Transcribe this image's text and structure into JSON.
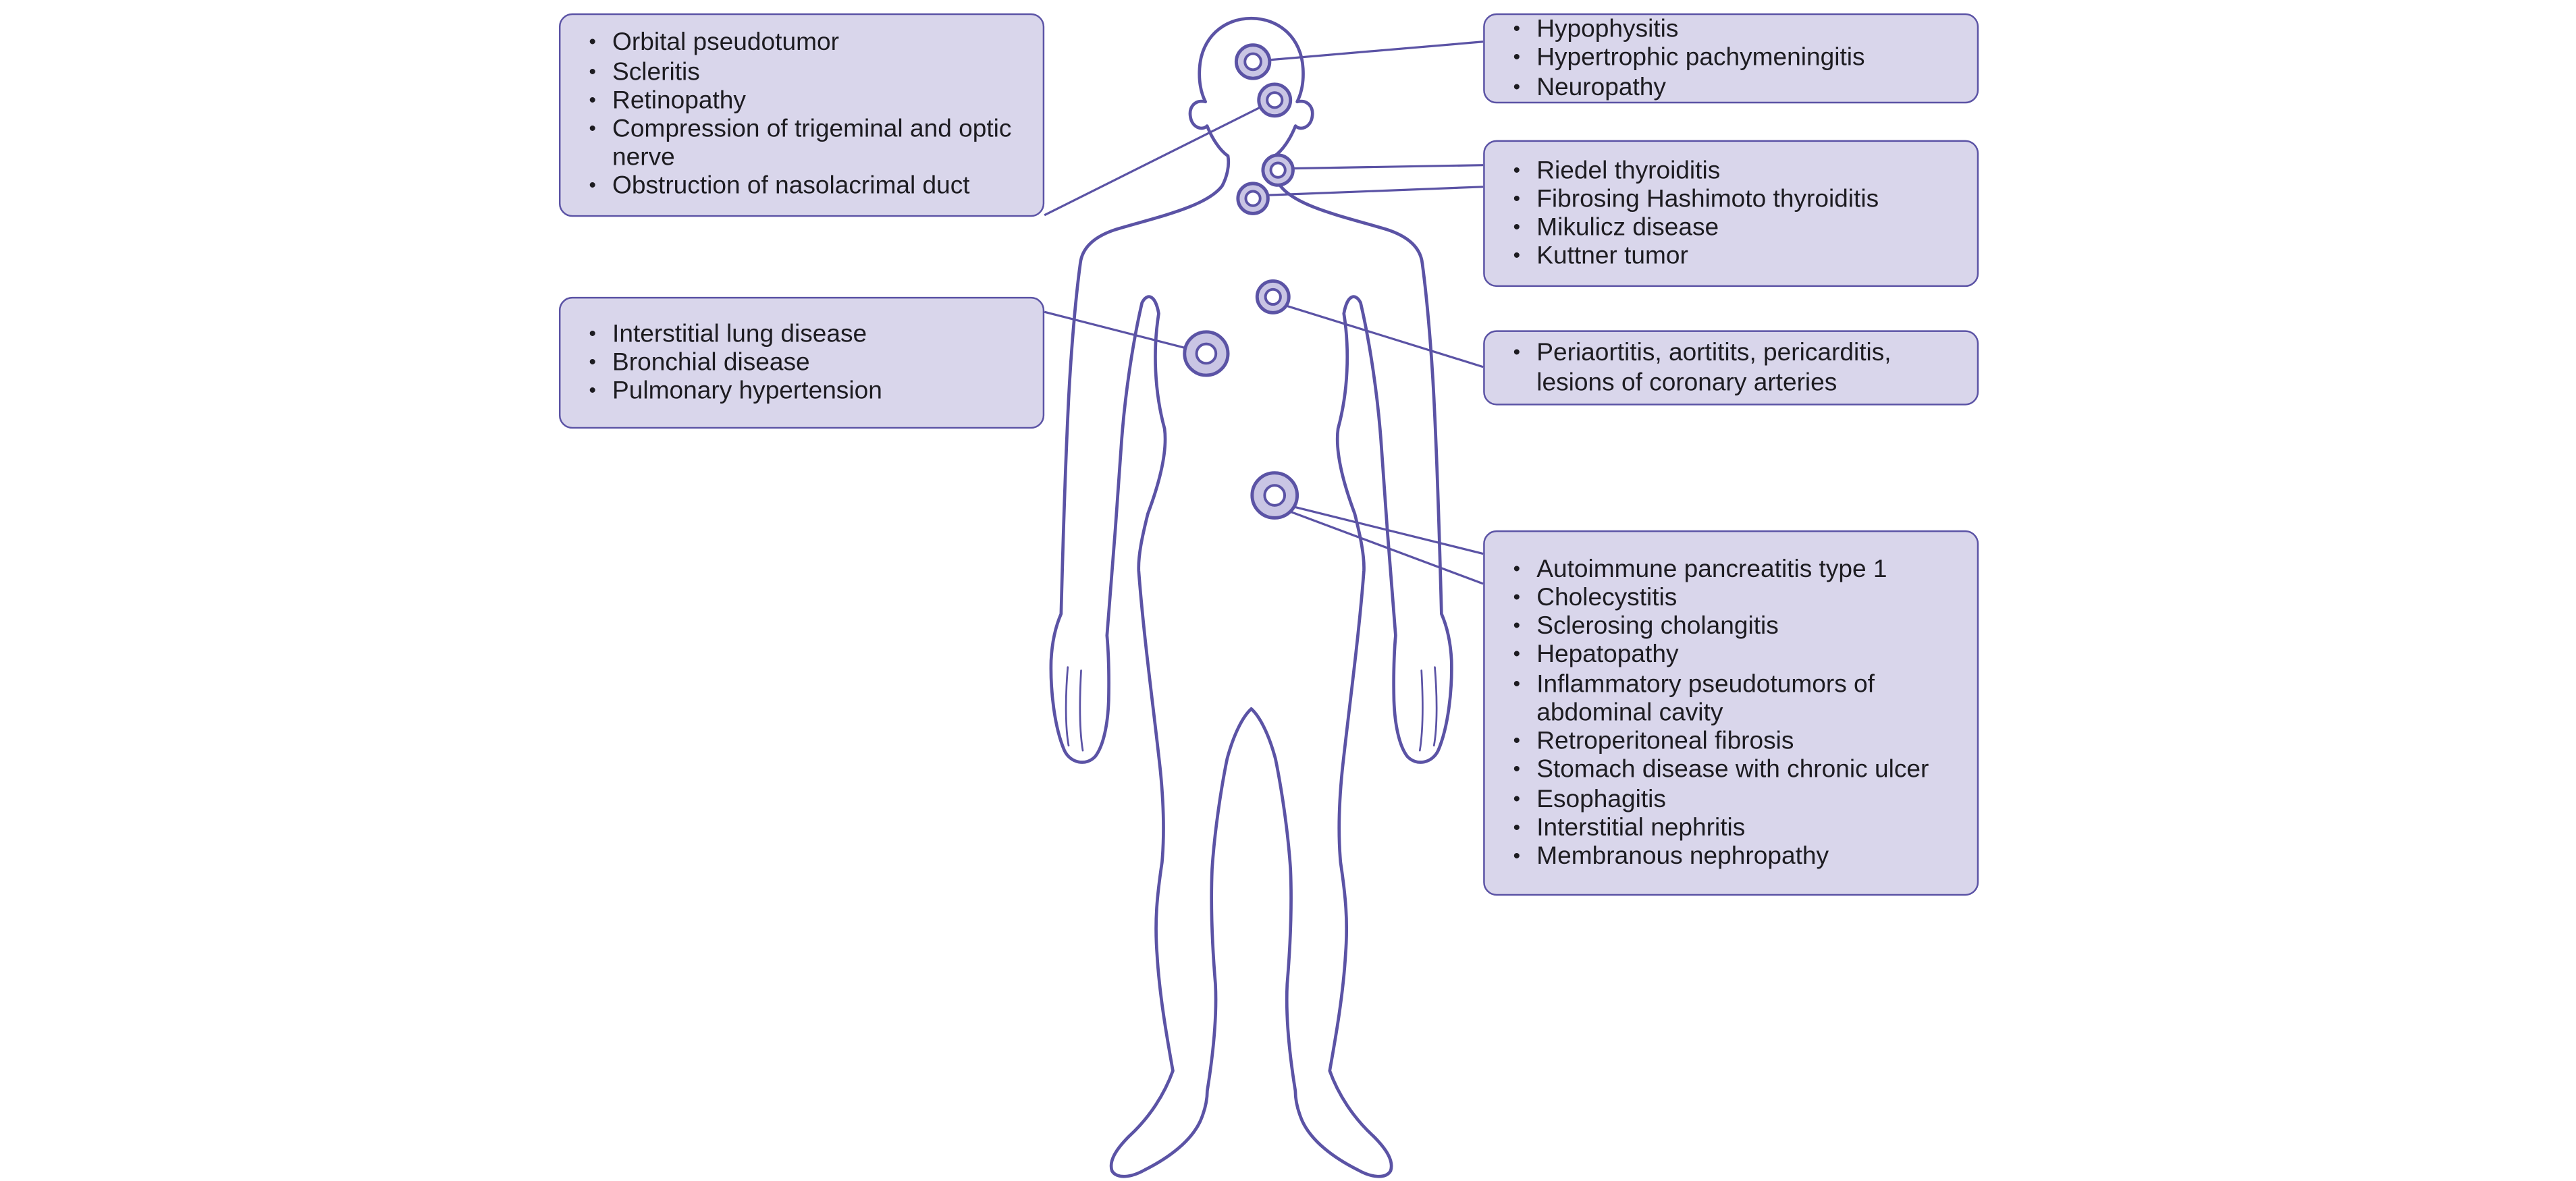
{
  "colors": {
    "background": "#ffffff",
    "outline": "#5b53a5",
    "box_background": "#d9d6eb",
    "box_border": "#5b53a5",
    "marker_ring_fill": "#c9c5e4",
    "marker_center_fill": "#ffffff",
    "text": "#1d1c21"
  },
  "figure": {
    "description": "Front-view outline drawing of a human body with organ site markers",
    "markers": [
      "pituitary",
      "eye-orbit",
      "salivary-gland",
      "thyroid",
      "heart-aorta",
      "lung",
      "pancreas-abdomen"
    ]
  },
  "boxes": {
    "ocular": {
      "items": [
        "Orbital pseudotumor",
        "Scleritis",
        "Retinopathy",
        "Compression of trigeminal and optic nerve",
        "Obstruction of nasolacrimal duct"
      ]
    },
    "pulmonary": {
      "items": [
        "Interstitial lung disease",
        "Bronchial disease",
        "Pulmonary hypertension"
      ]
    },
    "neuro": {
      "items": [
        "Hypophysitis",
        "Hypertrophic pachymeningitis",
        "Neuropathy"
      ]
    },
    "thyroid_salivary": {
      "items": [
        "Riedel thyroiditis",
        "Fibrosing Hashimoto thyroiditis",
        "Mikulicz disease",
        "Kuttner tumor"
      ]
    },
    "cardiovascular": {
      "items": [
        "Periaortitis, aortitits, pericarditis, lesions of coronary arteries"
      ]
    },
    "abdominal_renal": {
      "items": [
        "Autoimmune pancreatitis type 1",
        "Cholecystitis",
        "Sclerosing cholangitis",
        "Hepatopathy",
        "Inflammatory pseudotumors of abdominal cavity",
        "Retroperitoneal fibrosis",
        "Stomach disease with chronic ulcer",
        "Esophagitis",
        "Interstitial nephritis",
        "Membranous nephropathy"
      ]
    }
  }
}
